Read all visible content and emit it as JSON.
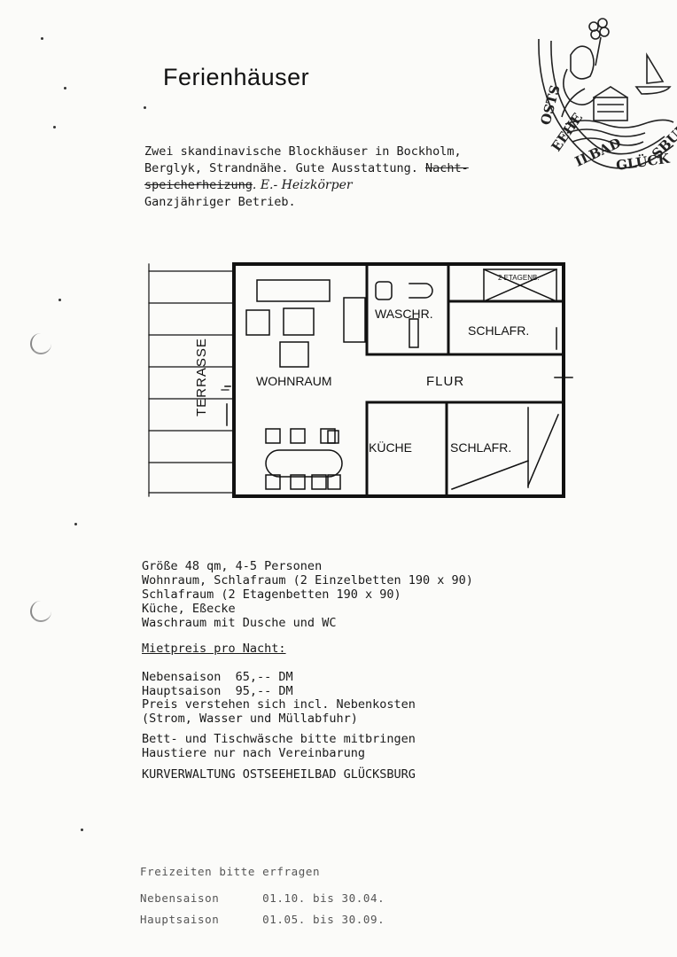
{
  "title": "Ferienhäuser",
  "intro": {
    "line1": "Zwei skandinavische Blockhäuser in Bockholm,",
    "line2a": "Berglyk, Strandnähe. Gute Ausstattung. ",
    "line2b": "Nacht-",
    "line3a": "speicherheizung",
    "line3b": ". E.- Heizkörper",
    "line4": "Ganzjähriger Betrieb."
  },
  "logo": {
    "text": "OSTSEEHEILBAD GLÜCKSBURG"
  },
  "floorplan": {
    "terrasse": "TERRASSE",
    "wohnraum": "WOHNRAUM",
    "waschraum": "WASCHR.",
    "schlafraum_top": "SCHLAFR.",
    "etagenbetten": "2 ETAGENB.",
    "flur": "FLUR",
    "kueche": "KÜCHE",
    "schlafraum_bottom": "SCHLAFR."
  },
  "details": [
    "Größe 48 qm, 4-5 Personen",
    "Wohnraum, Schlafraum (2 Einzelbetten 190 x 90)",
    "Schlafraum (2 Etagenbetten 190 x 90)",
    "Küche, Eßecke",
    "Waschraum mit Dusche und WC"
  ],
  "prices": {
    "heading": "Mietpreis pro Nacht:",
    "neben": "Nebensaison  65,-- DM",
    "haupt": "Hauptsaison  95,-- DM"
  },
  "notes": [
    "Preis verstehen sich incl. Nebenkosten",
    "(Strom, Wasser und Müllabfuhr)",
    "Bett- und Tischwäsche bitte mitbringen",
    "Haustiere nur nach Vereinbarung",
    "KURVERWALTUNG OSTSEEHEILBAD GLÜCKSBURG"
  ],
  "footer": {
    "heading": "Freizeiten bitte erfragen",
    "neben": "Nebensaison      01.10. bis 30.04.",
    "haupt": "Hauptsaison      01.05. bis 30.09."
  }
}
